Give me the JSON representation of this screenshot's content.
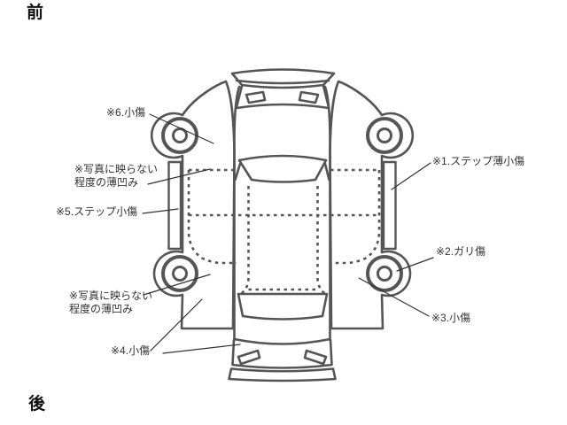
{
  "colors": {
    "diagram_line": "#555555",
    "leader_line": "#333333",
    "label_text": "#333333",
    "marker_text": "#111111",
    "background": "#ffffff"
  },
  "orientation_markers": {
    "front": "前",
    "rear": "後"
  },
  "damage_notes": {
    "note1": {
      "text": "※1.ステップ薄小傷"
    },
    "note2": {
      "text": "※2.ガリ傷"
    },
    "note3": {
      "text": "※3.小傷"
    },
    "note4": {
      "text": "※4.小傷"
    },
    "note5": {
      "text": "※5.ステップ小傷"
    },
    "note6": {
      "text": "※6.小傷"
    },
    "dent_note_upper": {
      "text": "※写真に映らない\n程度の薄凹み"
    },
    "dent_note_lower": {
      "text": "※写真に映らない\n程度の薄凹み"
    }
  }
}
